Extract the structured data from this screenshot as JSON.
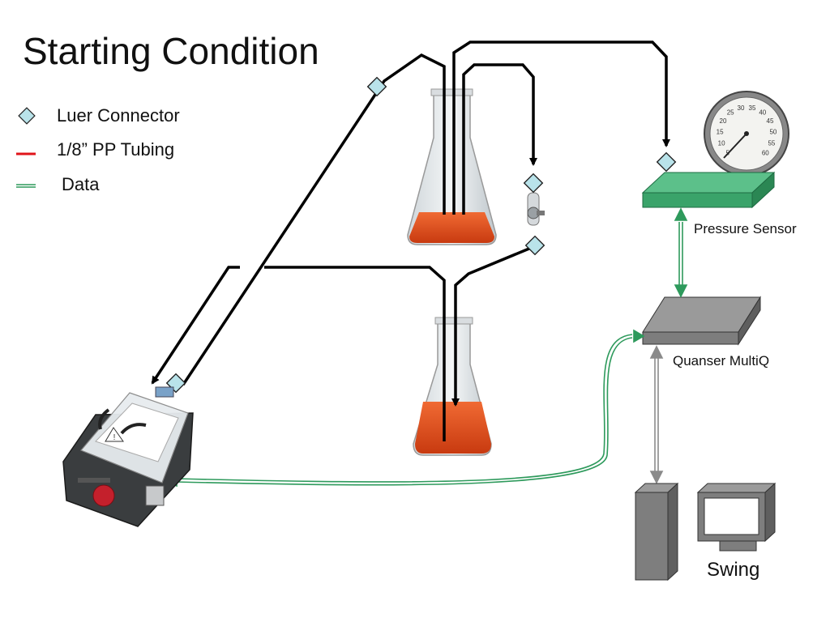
{
  "title": "Starting Condition",
  "legend": {
    "luer": "Luer Connector",
    "tubing": "1/8” PP Tubing",
    "data": "Data"
  },
  "labels": {
    "pressure_sensor": "Pressure Sensor",
    "multiq": "Quanser MultiQ",
    "swing": "Swing"
  },
  "colors": {
    "tubing": "#000000",
    "legend_tubing": "#e0141a",
    "data_line": "#2e9a5c",
    "connector_fill": "#b9e3ea",
    "sensor_green": "#3aa36a",
    "liquid": "#e8491b",
    "gray_link": "#8a8a8a"
  },
  "gauge_ticks": [
    "5",
    "10",
    "15",
    "20",
    "25",
    "30",
    "35",
    "40",
    "45",
    "50",
    "55",
    "60"
  ]
}
